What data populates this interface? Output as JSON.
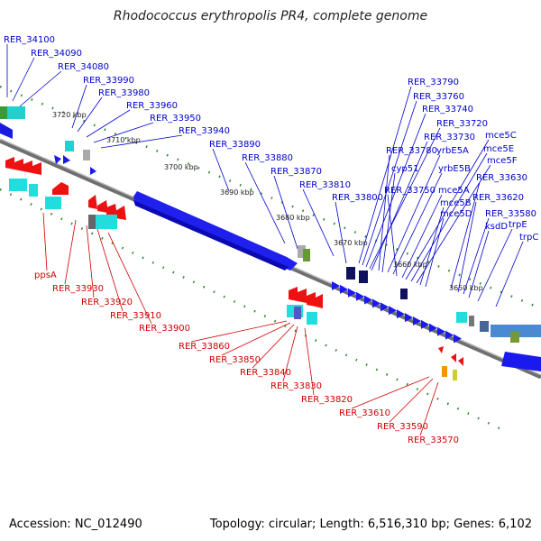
{
  "title": "Rhodococcus erythropolis PR4, complete genome",
  "accession": "Accession: NC_012490",
  "topology": "Topology: circular; Length: 6,516,310 bp; Genes: 6,102",
  "colors": {
    "label_blue": "#0000cc",
    "label_red": "#cc0000",
    "gene_blue": "#1a1aee",
    "gene_red": "#ee1111",
    "cyan": "#22dddd",
    "backbone": "#777777",
    "tick_green": "#228822"
  },
  "kbp_labels": [
    "3720 kbp",
    "3710 kbp",
    "3700 kbp",
    "3690 kbp",
    "3680 kbp",
    "3670 kbp",
    "3660 kbp",
    "3650 kbp"
  ],
  "blue_labels": [
    "RER_34100",
    "RER_34090",
    "RER_34080",
    "RER_33990",
    "RER_33980",
    "RER_33960",
    "RER_33950",
    "RER_33940",
    "RER_33890",
    "RER_33880",
    "RER_33870",
    "RER_33810",
    "RER_33800",
    "RER_33790",
    "RER_33760",
    "RER_33740",
    "RER_33720",
    "RER_33730",
    "RER_33780",
    "cyp51",
    "yrbE5A",
    "yrbE5B",
    "RER_33750",
    "mce5A",
    "mce5C",
    "mce5E",
    "mce5F",
    "mce5B",
    "mce5D",
    "RER_33630",
    "RER_33620",
    "RER_33580",
    "ksdD",
    "trpE",
    "trpC"
  ],
  "red_labels": [
    "ppsA",
    "RER_33930",
    "RER_33920",
    "RER_33910",
    "RER_33900",
    "RER_33860",
    "RER_33850",
    "RER_33840",
    "RER_33830",
    "RER_33820",
    "RER_33610",
    "RER_33590",
    "RER_33570"
  ]
}
